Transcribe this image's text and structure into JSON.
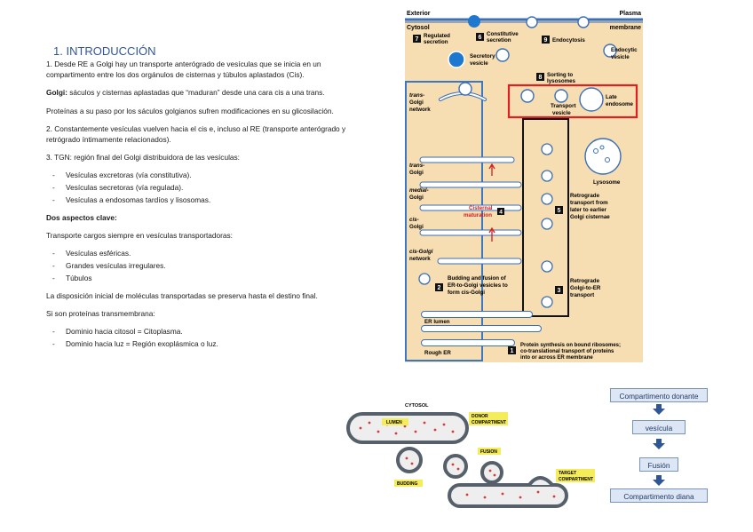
{
  "heading": "1.  INTRODUCCIÓN",
  "p1": "1. Desde RE a Golgi hay un transporte anterógrado de vesículas que se inicia en un compartimento entre los dos orgánulos de cisternas y túbulos aplastados (Cis).",
  "golgi_bold": "Golgi:",
  "golgi_text": " sáculos y cisternas aplastadas que “maduran” desde una cara cis a una trans.",
  "p3": "Proteínas a su paso por los sáculos golgianos sufren modificaciones en su glicosilación.",
  "p4": "2. Constantemente vesículas vuelven hacia el cis e, incluso al RE (transporte anterógrado y retrógrado íntimamente relacionados).",
  "p5": "3. TGN: región final del Golgi distribuidora de las vesículas:",
  "list1": [
    "Vesículas excretoras (vía constitutiva).",
    "Vesículas secretoras (vía regulada).",
    "Vesículas a endosomas tardíos y lisosomas."
  ],
  "aspects_heading": "Dos aspectos clave:",
  "p6": "Transporte cargos siempre en vesículas transportadoras:",
  "list2": [
    "Vesículas esféricas.",
    "Grandes vesículas irregulares.",
    "Túbulos"
  ],
  "p7": "La disposición inicial de moléculas transportadas se preserva hasta el destino final.",
  "p8": "Si son proteínas transmembrana:",
  "list3": [
    "Dominio hacia citosol = Citoplasma.",
    "Dominio hacia luz = Región exoplásmica o luz."
  ],
  "diagram": {
    "exterior": "Exterior",
    "cytosol": "Cytosol",
    "plasma": "Plasma",
    "membrane": "membrane",
    "s7a": "Regulated",
    "s7b": "secretion",
    "s6a": "Constitutive",
    "s6b": "secretion",
    "s9": "Endocytosis",
    "endo_a": "Endocytic",
    "endo_b": "vesicle",
    "sec_a": "Secretory",
    "sec_b": "vesicle",
    "s8a": "Sorting to",
    "s8b": "lysosomes",
    "tgn_a": "trans-",
    "tgn_b": "Golgi",
    "tgn_c": "network",
    "trans_a": "Transport",
    "trans_b": "vesicle",
    "late_a": "Late",
    "late_b": "endosome",
    "lyso": "Lysosome",
    "tg_a": "trans-",
    "tg_b": "Golgi",
    "mg_a": "medial-",
    "mg_b": "Golgi",
    "cg_a": "cis-",
    "cg_b": "Golgi",
    "cist_a": "Cisternal",
    "cist_b": "maturation",
    "retro5_a": "Retrograde",
    "retro5_b": "transport from",
    "retro5_c": "later to earlier",
    "retro5_d": "Golgi cisternae",
    "cgn_a": "cis-Golgi",
    "cgn_b": "network",
    "bud_a": "Budding and fusion of",
    "bud_b": "ER-to-Golgi vesicles to",
    "bud_c": "form cis-Golgi",
    "retro3_a": "Retrograde",
    "retro3_b": "Golgi-to-ER",
    "retro3_c": "transport",
    "erlumen": "ER lumen",
    "rougher": "Rough ER",
    "prot_a": "Protein synthesis on bound ribosomes;",
    "prot_b": "co-translational transport of proteins",
    "prot_c": "into or across ER membrane",
    "n1": "1",
    "n2": "2",
    "n3": "3",
    "n4": "4",
    "n5": "5",
    "n6": "6",
    "n7": "7",
    "n8": "8",
    "n9": "9"
  },
  "budding": {
    "cytosol": "CYTOSOL",
    "lumen": "LUMEN",
    "donor_a": "DONOR",
    "donor_b": "COMPARTMENT",
    "fusion": "FUSION",
    "target_a": "TARGET",
    "target_b": "COMPARTMENT",
    "budding": "BUDDING"
  },
  "flow": [
    "Compartimento donante",
    "vesícula",
    "Fusión",
    "Compartimento diana"
  ],
  "colors": {
    "heading": "#2f5597",
    "diagram_bg": "#f6ddb2",
    "blue_box": "#3a78c2",
    "red_box": "#e02020",
    "flow_box": "#dce6f4"
  }
}
